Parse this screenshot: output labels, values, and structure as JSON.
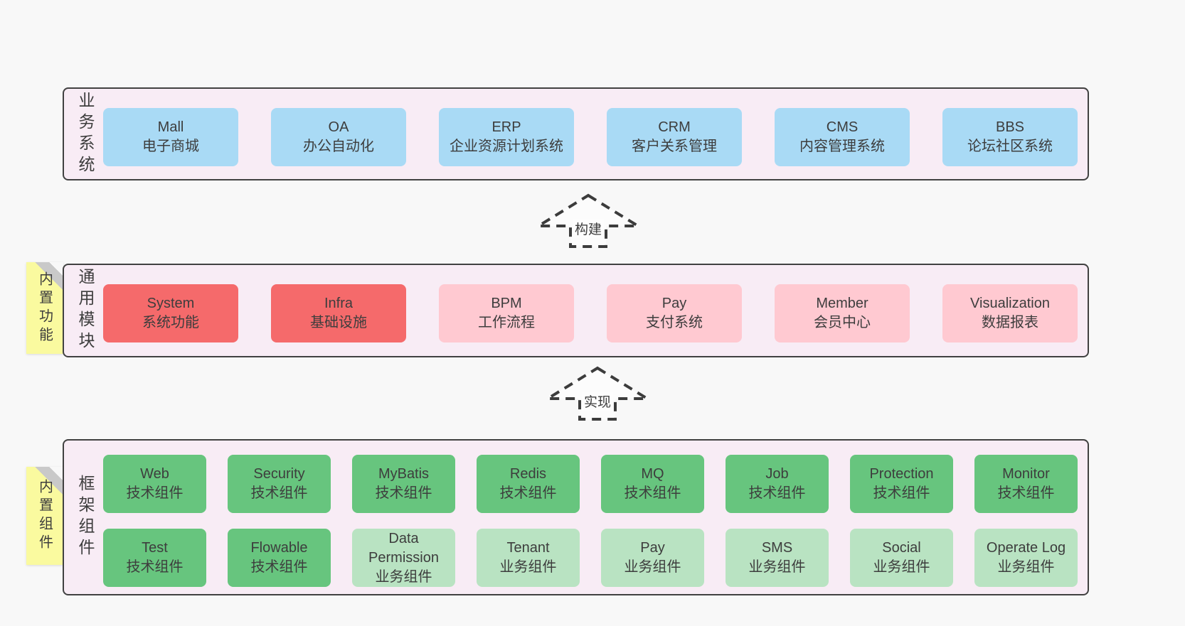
{
  "colors": {
    "page_bg": "#f8f8f8",
    "band_bg": "#f8ecf5",
    "band_border": "#414141",
    "blue": "#a9daf5",
    "red": "#f56a6b",
    "pink": "#ffc9d1",
    "green_dark": "#67c57e",
    "green_light": "#b9e3c2",
    "yellow": "#fafa9f",
    "fold": "#c9c9c9",
    "text": "#3d3d3d",
    "arrow": "#3c3c3c"
  },
  "arrows": [
    {
      "label": "构建"
    },
    {
      "label": "实现"
    }
  ],
  "bands": [
    {
      "id": "business-systems",
      "label": "业务系统",
      "boxes": [
        {
          "title": "Mall",
          "subtitle": "电子商城",
          "variant": "blue"
        },
        {
          "title": "OA",
          "subtitle": "办公自动化",
          "variant": "blue"
        },
        {
          "title": "ERP",
          "subtitle": "企业资源计划系统",
          "variant": "blue"
        },
        {
          "title": "CRM",
          "subtitle": "客户关系管理",
          "variant": "blue"
        },
        {
          "title": "CMS",
          "subtitle": "内容管理系统",
          "variant": "blue"
        },
        {
          "title": "BBS",
          "subtitle": "论坛社区系统",
          "variant": "blue"
        }
      ]
    },
    {
      "id": "common-modules",
      "label": "通用模块",
      "sticky": "内置功能",
      "boxes": [
        {
          "title": "System",
          "subtitle": "系统功能",
          "variant": "red"
        },
        {
          "title": "Infra",
          "subtitle": "基础设施",
          "variant": "red"
        },
        {
          "title": "BPM",
          "subtitle": "工作流程",
          "variant": "pink"
        },
        {
          "title": "Pay",
          "subtitle": "支付系统",
          "variant": "pink"
        },
        {
          "title": "Member",
          "subtitle": "会员中心",
          "variant": "pink"
        },
        {
          "title": "Visualization",
          "subtitle": "数据报表",
          "variant": "pink"
        }
      ]
    },
    {
      "id": "framework-components",
      "label": "框架组件",
      "sticky": "内置组件",
      "rows": [
        [
          {
            "title": "Web",
            "subtitle": "技术组件",
            "variant": "green-dark"
          },
          {
            "title": "Security",
            "subtitle": "技术组件",
            "variant": "green-dark"
          },
          {
            "title": "MyBatis",
            "subtitle": "技术组件",
            "variant": "green-dark"
          },
          {
            "title": "Redis",
            "subtitle": "技术组件",
            "variant": "green-dark"
          },
          {
            "title": "MQ",
            "subtitle": "技术组件",
            "variant": "green-dark"
          },
          {
            "title": "Job",
            "subtitle": "技术组件",
            "variant": "green-dark"
          },
          {
            "title": "Protection",
            "subtitle": "技术组件",
            "variant": "green-dark"
          },
          {
            "title": "Monitor",
            "subtitle": "技术组件",
            "variant": "green-dark"
          }
        ],
        [
          {
            "title": "Test",
            "subtitle": "技术组件",
            "variant": "green-dark"
          },
          {
            "title": "Flowable",
            "subtitle": "技术组件",
            "variant": "green-dark"
          },
          {
            "title": "Data Permission",
            "subtitle": "业务组件",
            "variant": "green-light"
          },
          {
            "title": "Tenant",
            "subtitle": "业务组件",
            "variant": "green-light"
          },
          {
            "title": "Pay",
            "subtitle": "业务组件",
            "variant": "green-light"
          },
          {
            "title": "SMS",
            "subtitle": "业务组件",
            "variant": "green-light"
          },
          {
            "title": "Social",
            "subtitle": "业务组件",
            "variant": "green-light"
          },
          {
            "title": "Operate Log",
            "subtitle": "业务组件",
            "variant": "green-light"
          }
        ]
      ]
    }
  ]
}
